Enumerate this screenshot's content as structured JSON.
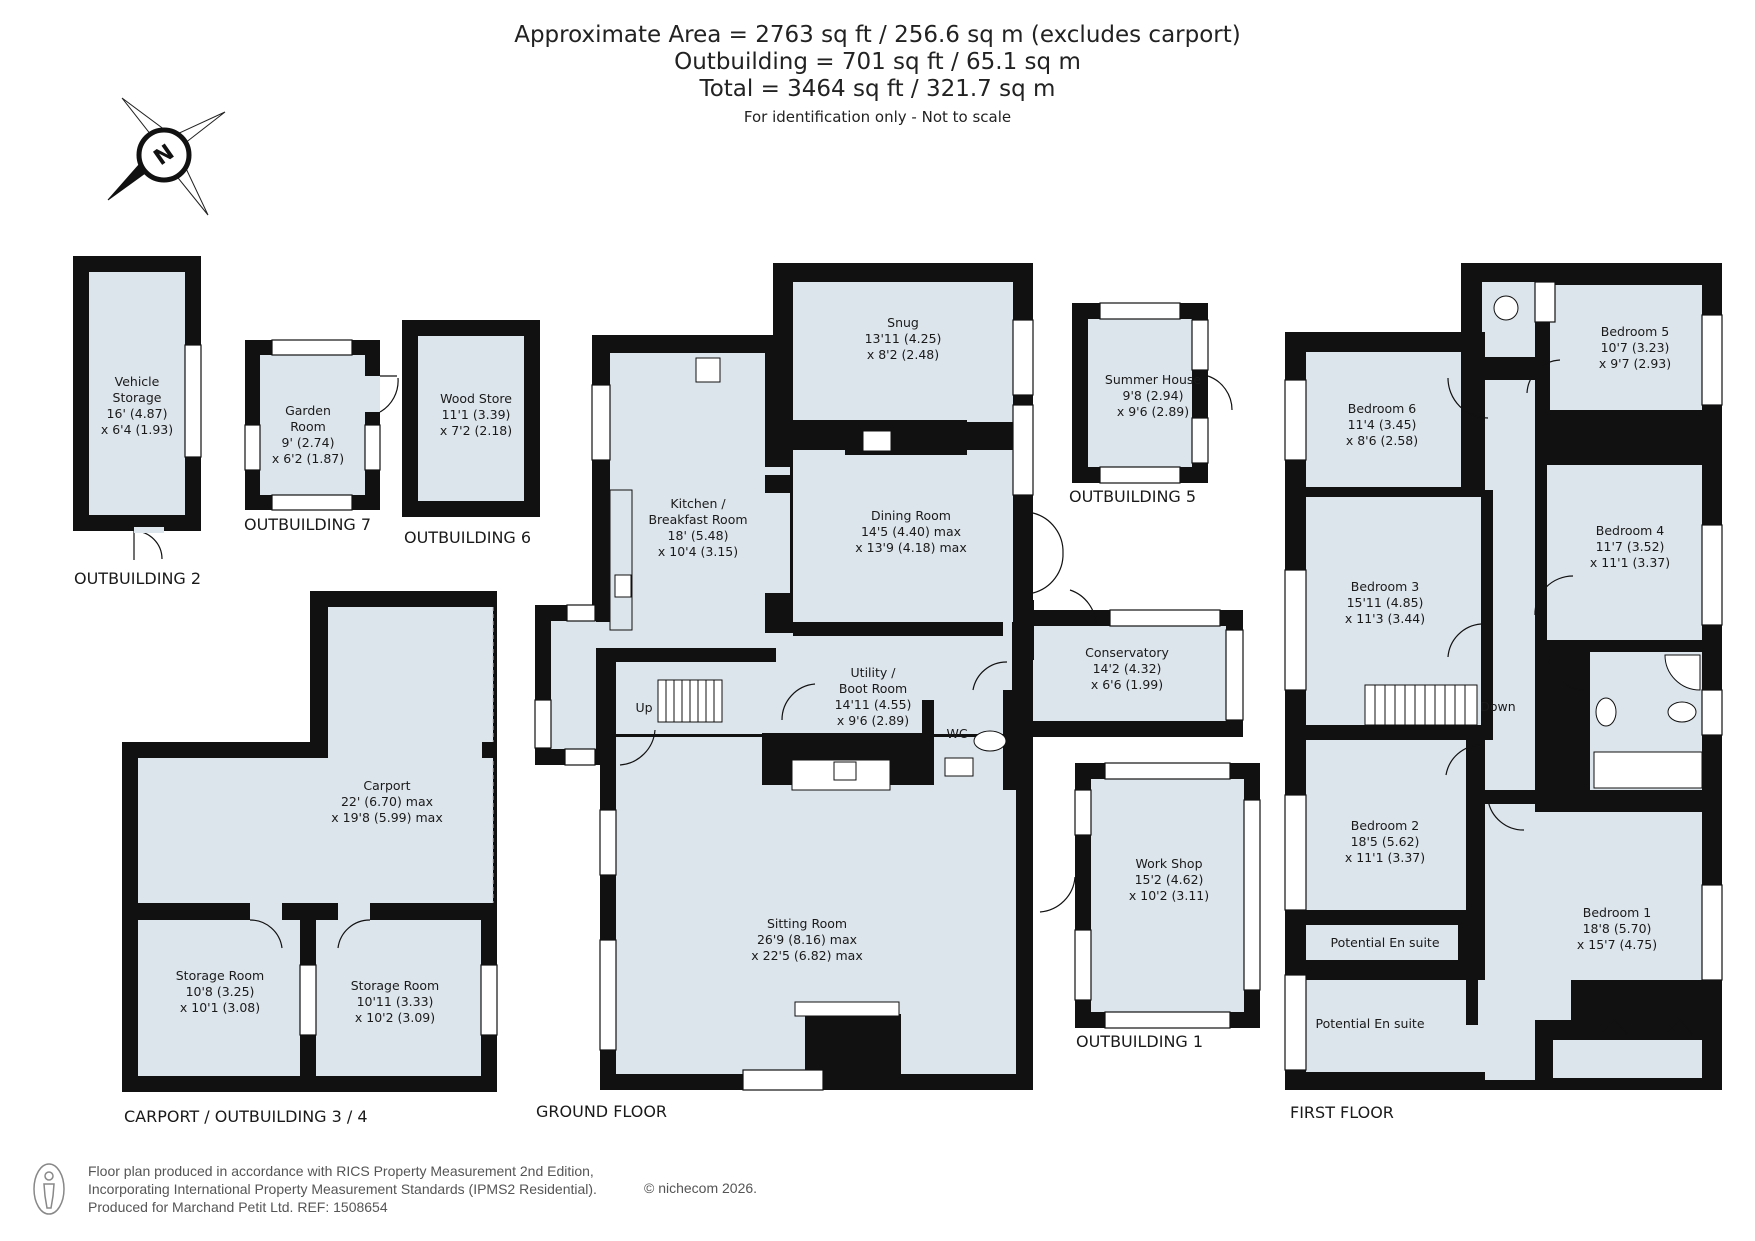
{
  "header": {
    "area_main": "Approximate Area = 2763 sq ft / 256.6 sq m (excludes carport)",
    "area_outbuilding": "Outbuilding = 701 sq ft / 65.1 sq m",
    "area_total": "Total = 3464 sq ft / 321.7 sq m",
    "disclaimer": "For identification only - Not to scale"
  },
  "compass": {
    "letter": "N"
  },
  "floors": {
    "outbuilding_2": "OUTBUILDING 2",
    "outbuilding_7": "OUTBUILDING 7",
    "outbuilding_6": "OUTBUILDING 6",
    "outbuilding_5": "OUTBUILDING 5",
    "outbuilding_1": "OUTBUILDING 1",
    "carport_3_4": "CARPORT / OUTBUILDING 3 / 4",
    "ground_floor": "GROUND FLOOR",
    "first_floor": "FIRST FLOOR"
  },
  "rooms": {
    "vehicle_storage": [
      "Vehicle",
      "Storage",
      "16' (4.87)",
      "x 6'4 (1.93)"
    ],
    "garden_room": [
      "Garden",
      "Room",
      "9' (2.74)",
      "x 6'2 (1.87)"
    ],
    "wood_store": [
      "Wood Store",
      "11'1 (3.39)",
      "x 7'2 (2.18)"
    ],
    "carport": [
      "Carport",
      "22' (6.70) max",
      "x 19'8 (5.99) max"
    ],
    "storage_room_1": [
      "Storage Room",
      "10'8 (3.25)",
      "x 10'1 (3.08)"
    ],
    "storage_room_2": [
      "Storage Room",
      "10'11 (3.33)",
      "x 10'2 (3.09)"
    ],
    "snug": [
      "Snug",
      "13'11 (4.25)",
      "x 8'2 (2.48)"
    ],
    "kitchen": [
      "Kitchen /",
      "Breakfast Room",
      "18' (5.48)",
      "x 10'4 (3.15)"
    ],
    "dining_room": [
      "Dining Room",
      "14'5 (4.40) max",
      "x 13'9 (4.18) max"
    ],
    "utility": [
      "Utility /",
      "Boot Room",
      "14'11 (4.55)",
      "x 9'6 (2.89)"
    ],
    "wc": [
      "WC"
    ],
    "conservatory": [
      "Conservatory",
      "14'2 (4.32)",
      "x 6'6 (1.99)"
    ],
    "sitting_room": [
      "Sitting Room",
      "26'9 (8.16) max",
      "x 22'5 (6.82) max"
    ],
    "summer_house": [
      "Summer House",
      "9'8 (2.94)",
      "x 9'6 (2.89)"
    ],
    "work_shop": [
      "Work Shop",
      "15'2 (4.62)",
      "x 10'2 (3.11)"
    ],
    "bedroom_6": [
      "Bedroom 6",
      "11'4 (3.45)",
      "x 8'6 (2.58)"
    ],
    "bedroom_5": [
      "Bedroom 5",
      "10'7 (3.23)",
      "x 9'7 (2.93)"
    ],
    "bedroom_4": [
      "Bedroom 4",
      "11'7 (3.52)",
      "x 11'1 (3.37)"
    ],
    "bedroom_3": [
      "Bedroom 3",
      "15'11 (4.85)",
      "x 11'3 (3.44)"
    ],
    "bedroom_2": [
      "Bedroom 2",
      "18'5 (5.62)",
      "x 11'1 (3.37)"
    ],
    "bedroom_1": [
      "Bedroom 1",
      "18'8 (5.70)",
      "x 15'7 (4.75)"
    ],
    "potential_en_suite_1": [
      "Potential En suite"
    ],
    "potential_en_suite_2": [
      "Potential En suite"
    ]
  },
  "stairs": {
    "up": "Up",
    "down": "Down"
  },
  "footer": {
    "line1": "Floor plan produced in accordance with RICS Property Measurement 2nd Edition,",
    "line2": "Incorporating International Property Measurement Standards (IPMS2 Residential).",
    "line3": "Produced for Marchand Petit Ltd.   REF: 1508654",
    "copyright": "© nichecom 2026."
  }
}
